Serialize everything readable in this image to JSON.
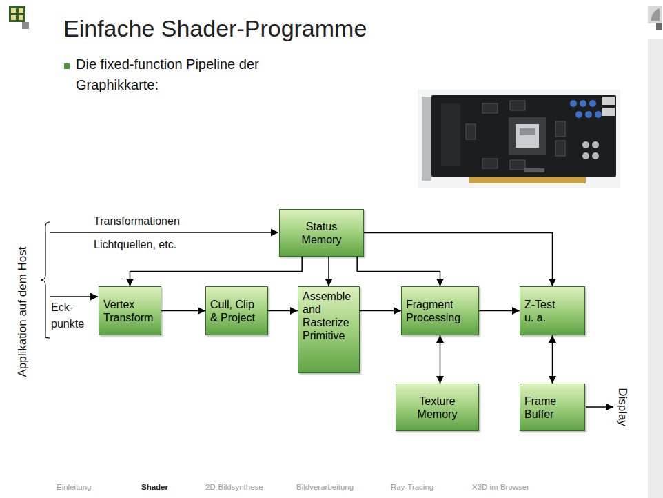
{
  "diagram": {
    "title": "Einfache Shader-Programme",
    "nodes": [
      {
        "text": [
          "Status Memory"
        ]
      },
      {
        "text": [
          "Vertex Transform"
        ]
      },
      {
        "text": [
          "Cull, Clip & Project"
        ]
      },
      {
        "text": [
          "Assemble and Rasterize Primitive"
        ]
      },
      {
        "text": [
          "Fragment Processing"
        ]
      },
      {
        "text": [
          "Z-Test u. a."
        ]
      },
      {
        "text": [
          "Texture Memory"
        ]
      },
      {
        "text": [
          "Frame Buffer"
        ]
      }
    ],
    "edges": [
      {
        "from": 0,
        "to": 1,
        "arrow": "to"
      },
      {
        "from": 0,
        "to": 3,
        "arrow": "to"
      },
      {
        "from": 0,
        "to": 4,
        "arrow": "to"
      },
      {
        "from": 0,
        "to": 5,
        "arrow": "to"
      },
      {
        "from": 1,
        "to": 2,
        "arrow": "to"
      },
      {
        "from": 2,
        "to": 3,
        "arrow": "to"
      },
      {
        "from": 3,
        "to": 4,
        "arrow": "to"
      },
      {
        "from": 4,
        "to": 6,
        "arrow": "both"
      },
      {
        "from": 4,
        "to": 5,
        "arrow": "to"
      },
      {
        "from": 5,
        "to": 7,
        "arrow": "both"
      }
    ],
    "labels": [
      "Die fixed-function Pipeline der Graphikkarte:",
      "Applikation auf dem Host",
      "Transformationen",
      "Lichtquellen, etc.",
      "Eck- punkte",
      "Display",
      "Einleitung",
      "Shader",
      "2D-Bildsynthese",
      "Bildverarbeitung",
      "Ray-Tracing",
      "X3D im Browser"
    ]
  }
}
